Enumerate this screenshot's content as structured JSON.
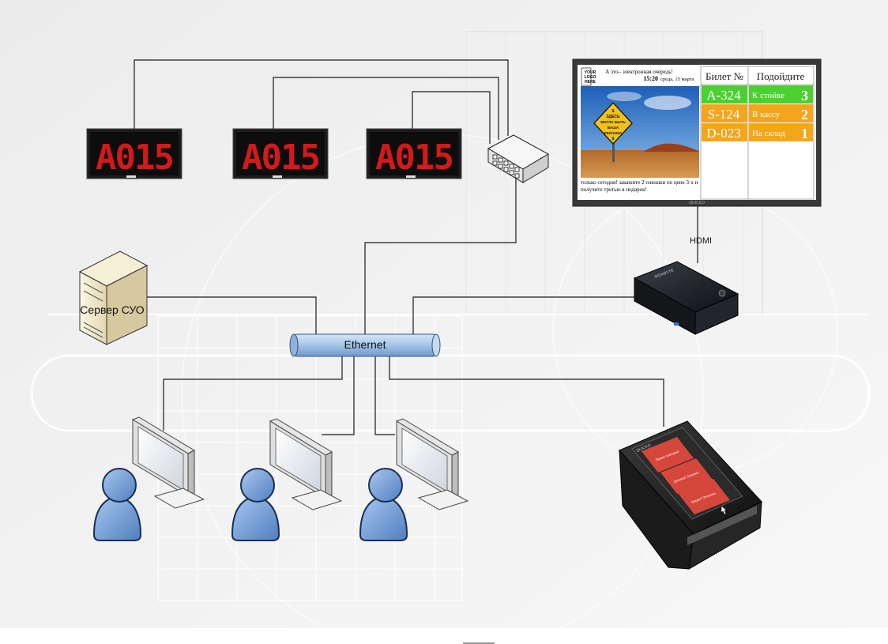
{
  "diagram": {
    "server_label": "Сервер СУО",
    "bus_label": "Ethernet",
    "hdmi_label": "HDMI",
    "led_displays": [
      {
        "text": "A015"
      },
      {
        "text": "A015"
      },
      {
        "text": "A015"
      }
    ],
    "minipc_brand": "GIGABYTE",
    "kiosk_brand": "QUICKO",
    "kiosk_buttons": [
      "Прием платежей",
      "Договор! Лечение",
      "Кредит! Оплатить"
    ],
    "tv": {
      "brand": "QUICKO",
      "logo_text": [
        "YOUR",
        "LOGO",
        "HERE"
      ],
      "header_line1": "А это– электронная очередь!",
      "time": "15:20",
      "date": "среда, 15 марта",
      "sign_text": [
        "$",
        "ЗДЕСЬ",
        "МОГЛА БЫТЬ",
        "ВАША",
        "РЕКЛАМА",
        "$"
      ],
      "ticker": "только сегодня! закажите 2 плюшки по цене 3-х и получите третью в подарок!",
      "col_ticket": "Билет №",
      "col_go": "Подойдите",
      "rows": [
        {
          "ticket": "A-324",
          "target": "К стойке",
          "num": "3",
          "color": "#4ccf32"
        },
        {
          "ticket": "S-124",
          "target": "В кассу",
          "num": "2",
          "color": "#f2a51d"
        },
        {
          "ticket": "D-023",
          "target": "На склад",
          "num": "1",
          "color": "#f2a51d"
        }
      ]
    }
  }
}
